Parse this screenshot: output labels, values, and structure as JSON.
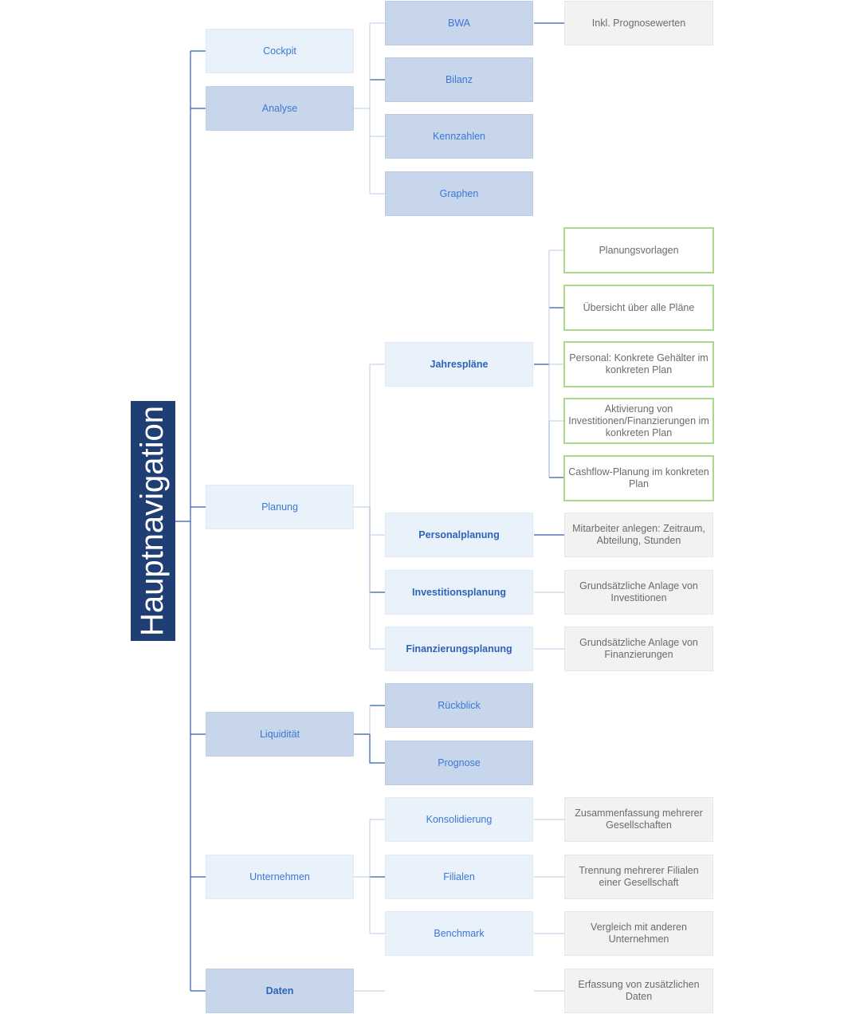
{
  "root": {
    "label": "Hauptnavigation"
  },
  "colors": {
    "root": "#1f3f74",
    "light_box": "#e9f1fb",
    "dark_box": "#c8d6ec",
    "info_box": "#f2f2f2",
    "green_border": "#a8d98a",
    "link_text": "#3a78d4",
    "connector": "#2f5fa8"
  },
  "level1": [
    {
      "label": "Cockpit"
    },
    {
      "label": "Analyse"
    },
    {
      "label": "Planung"
    },
    {
      "label": "Liquidität"
    },
    {
      "label": "Unternehmen"
    },
    {
      "label": "Daten"
    }
  ],
  "level2": [
    {
      "label": "BWA"
    },
    {
      "label": "Bilanz"
    },
    {
      "label": "Kennzahlen"
    },
    {
      "label": "Graphen"
    },
    {
      "label": "Jahrespläne"
    },
    {
      "label": "Personalplanung"
    },
    {
      "label": "Investitionsplanung"
    },
    {
      "label": "Finanzierungsplanung"
    },
    {
      "label": "Rückblick"
    },
    {
      "label": "Prognose"
    },
    {
      "label": "Konsolidierung"
    },
    {
      "label": "Filialen"
    },
    {
      "label": "Benchmark"
    }
  ],
  "details": [
    {
      "label": "Inkl. Prognosewerten"
    },
    {
      "label": "Planungsvorlagen"
    },
    {
      "label": "Übersicht über alle Pläne"
    },
    {
      "label": "Personal: Konkrete Gehälter im konkreten Plan"
    },
    {
      "label": "Aktivierung von Investitionen/Finanzierungen im konkreten Plan"
    },
    {
      "label": "Cashflow-Planung im konkreten Plan"
    },
    {
      "label": "Mitarbeiter anlegen: Zeitraum, Abteilung, Stunden"
    },
    {
      "label": "Grundsätzliche Anlage von Investitionen"
    },
    {
      "label": "Grundsätzliche Anlage von Finanzierungen"
    },
    {
      "label": "Zusammenfassung mehrerer Gesellschaften"
    },
    {
      "label": "Trennung mehrerer Filialen einer Gesellschaft"
    },
    {
      "label": "Vergleich mit anderen Unternehmen"
    },
    {
      "label": "Erfassung von zusätzlichen Daten"
    }
  ]
}
